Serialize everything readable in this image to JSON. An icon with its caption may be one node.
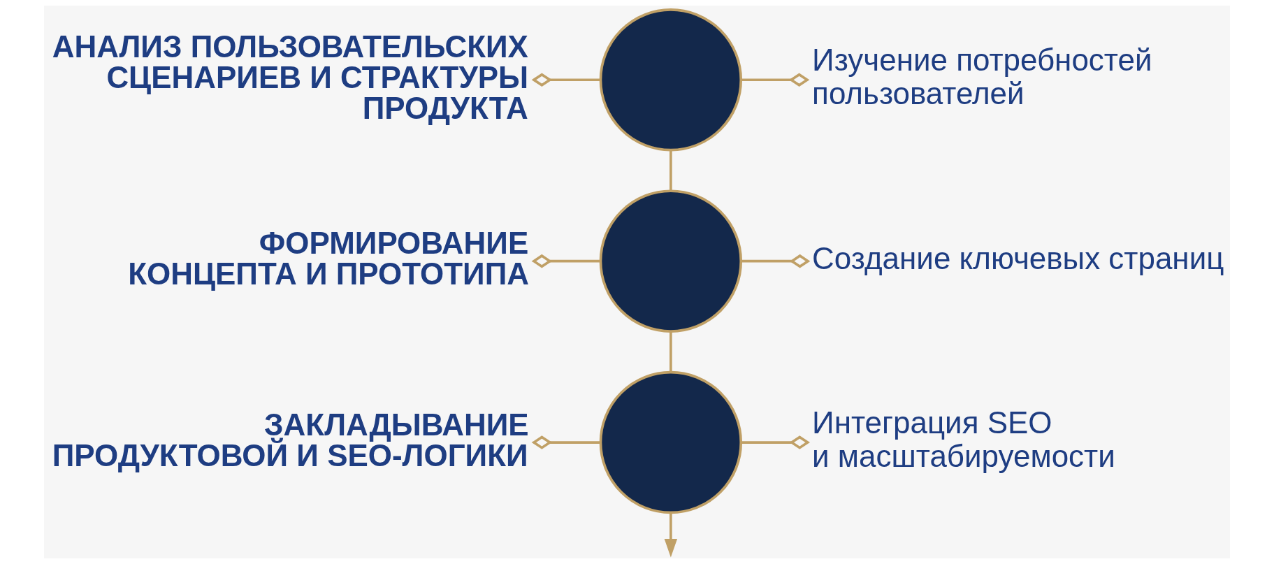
{
  "diagram": {
    "nodes": [
      {
        "text": [
          "АНАЛИЗ ПОЛЬЗОВАТЕЛЬСКИХ СЦЕНАРИЕВ И СТРАКТУРЫ ПРОДУКТА"
        ]
      },
      {
        "text": [],
        "shape": "circle"
      },
      {
        "text": [
          "Изучение потребностей пользователей"
        ]
      },
      {
        "text": [
          "ФОРМИРОВАНИЕ КОНЦЕПТА И ПРОТОТИПА"
        ]
      },
      {
        "text": [],
        "shape": "circle"
      },
      {
        "text": [
          "Создание ключевых страниц"
        ]
      },
      {
        "text": [
          "ЗАКЛАДЫВАНИЕ ПРОДУКТОВОЙ И SEO-ЛОГИКИ"
        ]
      },
      {
        "text": [],
        "shape": "circle"
      },
      {
        "text": [
          "Интеграция SEO и масштабируемости"
        ]
      }
    ],
    "edges": [
      {
        "from": 0,
        "to": 1,
        "arrow": "other"
      },
      {
        "from": 1,
        "to": 2,
        "arrow": "other"
      },
      {
        "from": 1,
        "to": 4,
        "arrow": "none"
      },
      {
        "from": 3,
        "to": 4,
        "arrow": "other"
      },
      {
        "from": 4,
        "to": 5,
        "arrow": "other"
      },
      {
        "from": 4,
        "to": 7,
        "arrow": "none"
      },
      {
        "from": 6,
        "to": 7,
        "arrow": "other"
      },
      {
        "from": 7,
        "to": 8,
        "arrow": "other"
      },
      {
        "from": 7,
        "to": null,
        "arrow": "to"
      }
    ]
  }
}
